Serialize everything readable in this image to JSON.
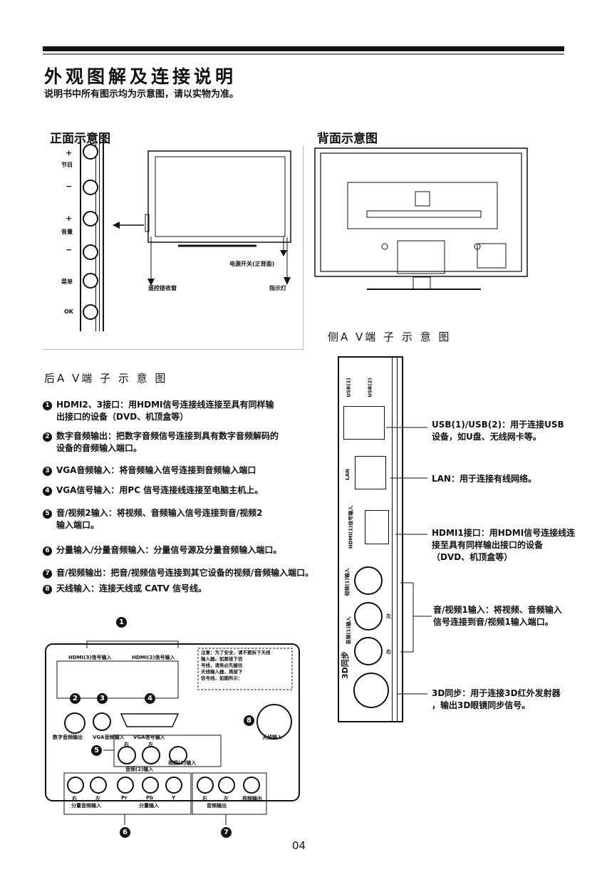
{
  "header": {
    "title": "外观图解及连接说明",
    "subtitle": "说明书中所有图示均为示意图，请以实物为准。"
  },
  "front": {
    "title": "正面示意图",
    "plus_ch": "+",
    "ch_label": "节目",
    "minus_ch": "−",
    "plus_vol": "+",
    "vol_label": "音量",
    "minus_vol": "−",
    "menu_label": "菜单",
    "ok_label": "OK",
    "power_label": "电源开关(正背面)",
    "remote_label": "遥控接收窗",
    "indicator_label": "指示灯"
  },
  "back": {
    "title": "背面示意图"
  },
  "side": {
    "title": "侧A V端 子 示 意 图",
    "usb1": "USB(1)",
    "usb2": "USB(2)",
    "lan": "LAN",
    "hdmi1": "HDMI(1)信号输入",
    "video1": "视频(1)输入",
    "audio1": "音频(1)输入",
    "left": "左",
    "right": "右",
    "sync3d": "3D同步",
    "desc_usb": [
      "USB(1)/USB(2)：用于连接USB",
      "设备，如U盘、无线网卡等。"
    ],
    "desc_lan": "LAN：用于连接有线网络。",
    "desc_hdmi": [
      "HDMI1接口：用HDMI信号连接线连",
      "接至具有同样输出接口的设备",
      "（DVD、机顶盒等）"
    ],
    "desc_av": [
      "音/视频1输入：将视频、音频输入",
      "信号连接到音/视频1输入端口。"
    ],
    "desc_3d": [
      "3D同步：用于连接3D红外发射器",
      "，输出3D眼镜同步信号。"
    ]
  },
  "rear": {
    "title": "后A V端 子 示 意 图",
    "items": [
      {
        "num": "1",
        "lines": [
          "HDMI2、3接口：用HDMI信号连接线连接至具有同样输",
          "出接口的设备（DVD、机顶盒等）"
        ]
      },
      {
        "num": "2",
        "lines": [
          "数字音频输出：把数字音频信号连接到具有数字音频解码的",
          "设备的音频输入端口。"
        ]
      },
      {
        "num": "3",
        "lines": [
          "VGA音频输入：将音频输入信号连接到音频输入端口"
        ]
      },
      {
        "num": "4",
        "lines": [
          "VGA信号输入：用PC 信号连接线连接至电脑主机上。"
        ]
      },
      {
        "num": "5",
        "lines": [
          "音/视频2输入：将视频、音频输入信号连接到音/视频2",
          "输入端口。"
        ]
      },
      {
        "num": "6",
        "lines": [
          "分量输入/分量音频输入：分量信号源及分量音频输入端口。"
        ]
      },
      {
        "num": "7",
        "lines": [
          "音/视频输出：把音/视频信号连接到其它设备的视频/音频输入端口。"
        ]
      },
      {
        "num": "8",
        "lines": [
          "天线输入：连接天线或 CATV 信号线。"
        ]
      }
    ],
    "diagram": {
      "hdmi3": "HDMI(3)信号输入",
      "hdmi2": "HDMI(2)信号输入",
      "notice": [
        "注意：为了安全，请不要拆下天线",
        "输入器。如要拔下信",
        "号线，请务必先握住",
        "天线输入器，再拔下",
        "信号线，如图所示："
      ],
      "digital_out": "数字音频输出",
      "vga_audio": "VGA音频输入",
      "vga_signal": "VGA信号输入",
      "antenna": "天线输入",
      "right": "右",
      "left": "左",
      "audio2": "音频(2)输入",
      "video2": "视频(2)输入",
      "pr": "Pr",
      "pb": "Pb",
      "y": "Y",
      "comp_audio": "分量音频输入",
      "comp": "分量输入",
      "audio_out": "音频输出",
      "video_out": "视频输出",
      "n1": "1",
      "n2": "2",
      "n3": "3",
      "n4": "4",
      "n5": "5",
      "n6": "6",
      "n7": "7",
      "n8": "8"
    }
  },
  "footer": {
    "page": "04"
  }
}
